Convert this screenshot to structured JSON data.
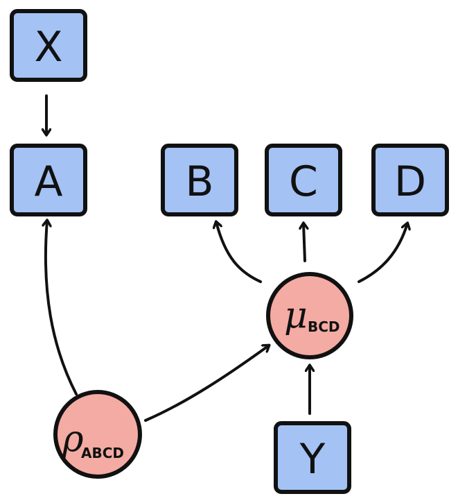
{
  "colors": {
    "box_fill": "#a4c2f4",
    "circle_fill": "#f4aba3",
    "stroke": "#111111"
  },
  "nodes": {
    "x": {
      "label": "X"
    },
    "a": {
      "label": "A"
    },
    "b": {
      "label": "B"
    },
    "c": {
      "label": "C"
    },
    "d": {
      "label": "D"
    },
    "y": {
      "label": "Y"
    },
    "mu": {
      "symbol": "μ",
      "subscript": "BCD"
    },
    "rho": {
      "symbol": "ρ",
      "subscript": "ABCD"
    }
  },
  "edges": [
    {
      "from": "X",
      "to": "A"
    },
    {
      "from": "ρ_ABCD",
      "to": "A"
    },
    {
      "from": "ρ_ABCD",
      "to": "μ_BCD"
    },
    {
      "from": "μ_BCD",
      "to": "B"
    },
    {
      "from": "μ_BCD",
      "to": "C"
    },
    {
      "from": "μ_BCD",
      "to": "D"
    },
    {
      "from": "Y",
      "to": "μ_BCD"
    }
  ]
}
